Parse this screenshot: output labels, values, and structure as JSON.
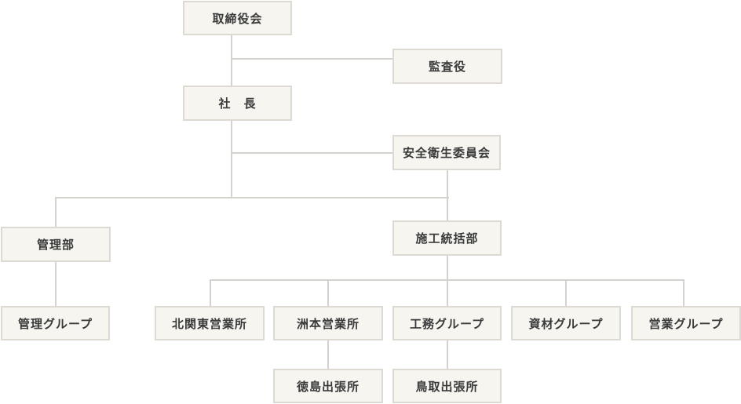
{
  "colors": {
    "box_fill": "#f6f5f0",
    "box_border": "#dcdad3",
    "connector": "#d4d2cc",
    "text": "#3a3a3a"
  },
  "org": {
    "board": "取締役会",
    "auditor": "監査役",
    "president": "社　長",
    "safety_committee": "安全衛生委員会",
    "admin_dept": "管理部",
    "admin_group": "管理グループ",
    "construction_dept": "施工統括部",
    "kitakanto_office": "北関東営業所",
    "sumoto_office": "洲本営業所",
    "tokushima_branch": "徳島出張所",
    "engineering_group": "工務グループ",
    "tottori_branch": "鳥取出張所",
    "materials_group": "資材グループ",
    "sales_group": "営業グループ"
  }
}
